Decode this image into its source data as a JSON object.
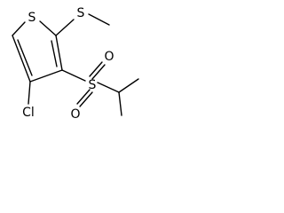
{
  "molecule": {
    "atoms": {
      "s_ring": "S",
      "s_thioether": "S",
      "s_sulfonyl": "S",
      "o_upper": "O",
      "o_lower": "O",
      "cl": "Cl"
    }
  }
}
